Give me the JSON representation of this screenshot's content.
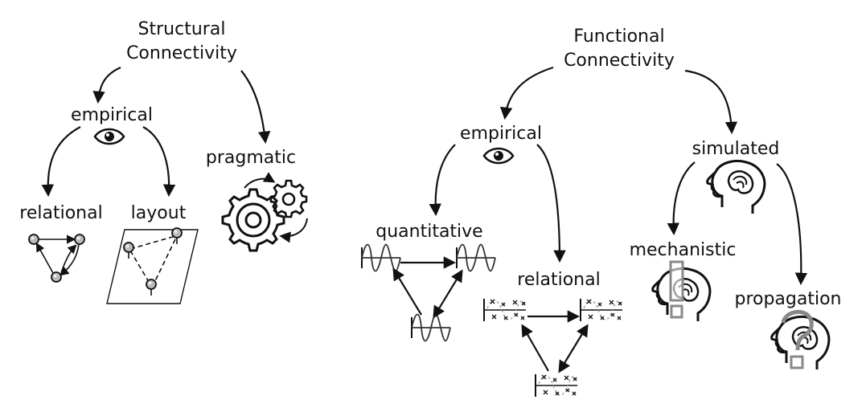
{
  "structural": {
    "title_line1": "Structural",
    "title_line2": "Connectivity",
    "empirical": "empirical",
    "pragmatic": "pragmatic",
    "relational": "relational",
    "layout": "layout"
  },
  "functional": {
    "title_line1": "Functional",
    "title_line2": "Connectivity",
    "empirical": "empirical",
    "simulated": "simulated",
    "quantitative": "quantitative",
    "relational": "relational",
    "mechanistic": "mechanistic",
    "propagation": "propagation"
  },
  "icons": [
    "eye-icon",
    "gears-icon",
    "network-graph-icon",
    "layout-graph-icon",
    "signal-wave-icon",
    "scatter-signal-icon",
    "head-brain-icon"
  ],
  "colors": {
    "ink": "#111111",
    "muted": "#777777"
  }
}
